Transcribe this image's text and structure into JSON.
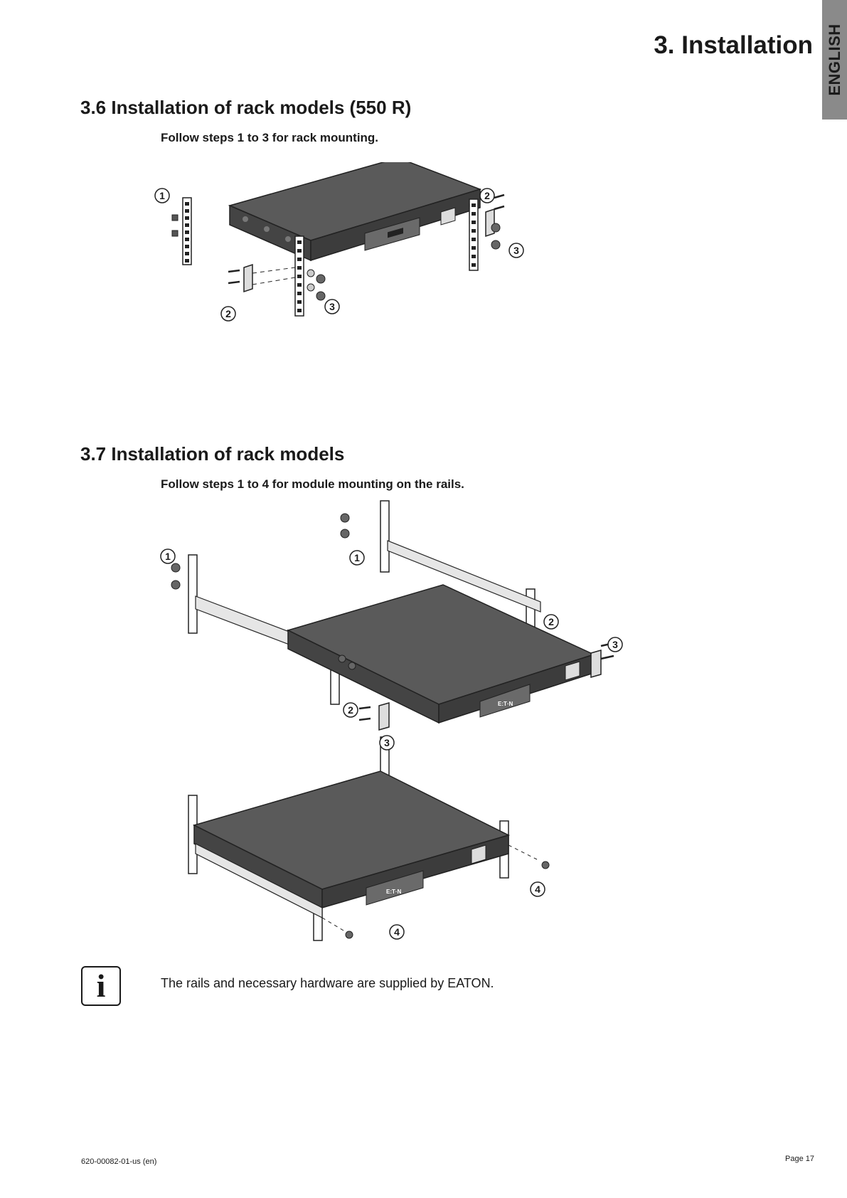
{
  "header": {
    "language_tab": "ENGLISH",
    "chapter_title": "3. Installation"
  },
  "sections": [
    {
      "title": "3.6 Installation of rack models (550 R)",
      "instruction": "Follow steps 1 to 3 for rack mounting.",
      "callouts": [
        "1",
        "2",
        "3",
        "2",
        "3"
      ]
    },
    {
      "title": "3.7 Installation of rack models",
      "instruction": "Follow steps 1 to 4 for module mounting on the rails.",
      "callouts": [
        "1",
        "1",
        "2",
        "3",
        "2",
        "3",
        "4",
        "4"
      ]
    }
  ],
  "unit_logo": "E:T·N",
  "note": {
    "icon": "info-icon",
    "icon_glyph": "i",
    "text": "The rails and necessary hardware are supplied by EATON."
  },
  "footer": {
    "doc_id": "620-00082-01-us (en)",
    "page": "Page 17"
  }
}
